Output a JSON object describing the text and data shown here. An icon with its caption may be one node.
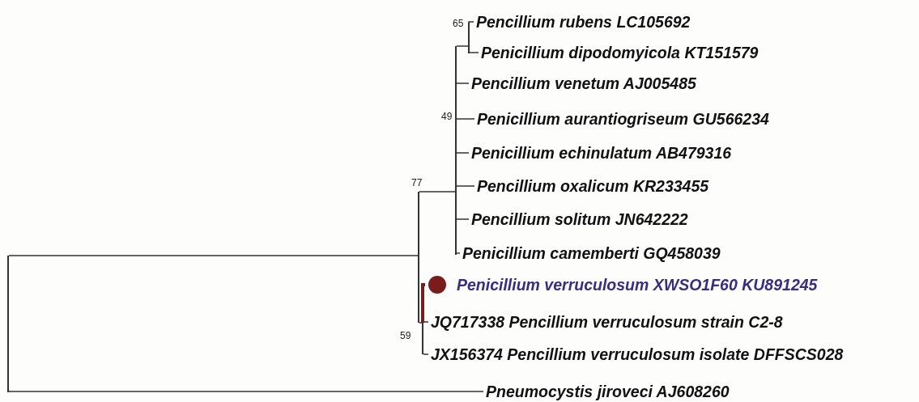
{
  "diagram": {
    "nodes": [
      {
        "text": [],
        "shape": "bar"
      },
      {
        "text": [],
        "shape": "bar"
      },
      {
        "text": [],
        "shape": "bar"
      },
      {
        "text": [],
        "shape": "bar"
      },
      {
        "text": [
          "Pencillium rubens LC105692"
        ]
      },
      {
        "text": [
          "Penicillium dipodomyicola KT151579"
        ]
      },
      {
        "text": [
          "Pencillium venetum AJ005485"
        ]
      },
      {
        "text": [
          "Penicillium aurantiogriseum GU566234"
        ]
      },
      {
        "text": [
          "Penicillium echinulatum AB479316"
        ]
      },
      {
        "text": [
          "Pencillium oxalicum KR233455"
        ]
      },
      {
        "text": [
          "Pencillium solitum JN642222"
        ]
      },
      {
        "text": [
          "Penicillium camemberti GQ458039"
        ]
      },
      {
        "text": [],
        "shape": "bar"
      },
      {
        "text": [
          "Penicillium verruculosum XWSO1F60 KU891245"
        ]
      },
      {
        "text": [
          "JQ717338 Pencillium verruculosum strain C2-8"
        ]
      },
      {
        "text": [
          "JX156374 Pencillium verruculosum isolate DFFSCS028"
        ]
      },
      {
        "text": [
          "Pneumocystis jiroveci AJ608260"
        ]
      }
    ],
    "edges": [
      {
        "from": 0,
        "to": 1,
        "arrow": "none"
      },
      {
        "from": 0,
        "to": 16,
        "arrow": "none"
      },
      {
        "from": 1,
        "to": 2,
        "arrow": "none"
      },
      {
        "from": 1,
        "to": 12,
        "arrow": "none"
      },
      {
        "from": 2,
        "to": 3,
        "arrow": "none"
      },
      {
        "from": 3,
        "to": 4,
        "arrow": "none"
      },
      {
        "from": 3,
        "to": 5,
        "arrow": "none"
      },
      {
        "from": 2,
        "to": 6,
        "arrow": "none"
      },
      {
        "from": 2,
        "to": 7,
        "arrow": "none"
      },
      {
        "from": 2,
        "to": 8,
        "arrow": "none"
      },
      {
        "from": 2,
        "to": 9,
        "arrow": "none"
      },
      {
        "from": 2,
        "to": 10,
        "arrow": "none"
      },
      {
        "from": 2,
        "to": 11,
        "arrow": "none"
      },
      {
        "from": 12,
        "to": 13,
        "arrow": "none",
        "style": "thick",
        "color": "#7a1c1c"
      },
      {
        "from": 12,
        "to": 14,
        "arrow": "none"
      },
      {
        "from": 12,
        "to": 15,
        "arrow": "none"
      }
    ],
    "labels": [
      "65",
      "49",
      "77",
      "59"
    ]
  }
}
